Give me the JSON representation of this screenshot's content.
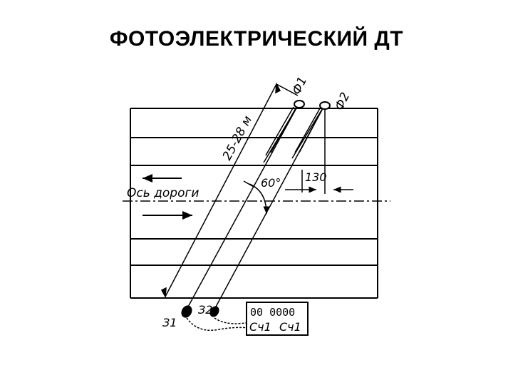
{
  "slide": {
    "title": "ФОТОЭЛЕКТРИЧЕСКИЙ ДТ"
  },
  "diagram": {
    "labels": {
      "f1": "Ф1",
      "f2": "Ф2",
      "distance": "25-28 м",
      "road_axis": "Ось дороги",
      "angle": "60°",
      "offset": "130",
      "z1": "З1",
      "z2": "З2",
      "counter_block_digits": "00 0000",
      "sch1": "Сч1",
      "sch2": "Сч1"
    },
    "colors": {
      "ink": "#000000",
      "background": "#ffffff"
    }
  }
}
